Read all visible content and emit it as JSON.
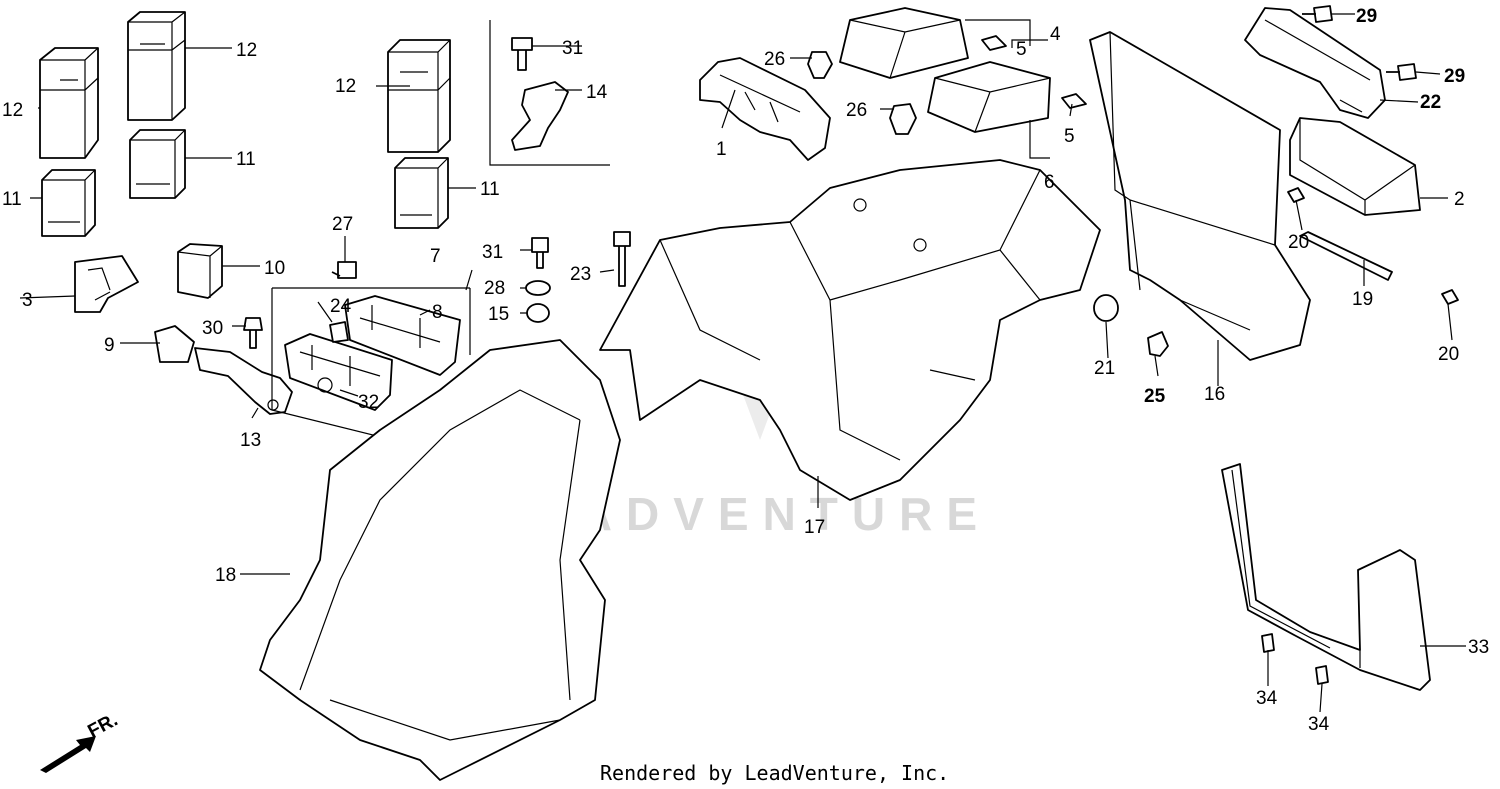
{
  "footer": "Rendered by LeadVenture, Inc.",
  "watermark": "LEADVENTURE",
  "front_marker": "FR.",
  "callouts": {
    "c1": "1",
    "c2": "2",
    "c3": "3",
    "c4": "4",
    "c5a": "5",
    "c5b": "5",
    "c6": "6",
    "c7": "7",
    "c8": "8",
    "c9": "9",
    "c10": "10",
    "c11a": "11",
    "c11b": "11",
    "c11c": "11",
    "c12a": "12",
    "c12b": "12",
    "c12c": "12",
    "c13": "13",
    "c14": "14",
    "c15": "15",
    "c16": "16",
    "c17": "17",
    "c18": "18",
    "c19": "19",
    "c20a": "20",
    "c20b": "20",
    "c21": "21",
    "c22": "22",
    "c23": "23",
    "c24": "24",
    "c25": "25",
    "c26a": "26",
    "c26b": "26",
    "c27": "27",
    "c28": "28",
    "c29a": "29",
    "c29b": "29",
    "c30": "30",
    "c31a": "31",
    "c31b": "31",
    "c32": "32",
    "c33": "33",
    "c34a": "34",
    "c34b": "34"
  }
}
